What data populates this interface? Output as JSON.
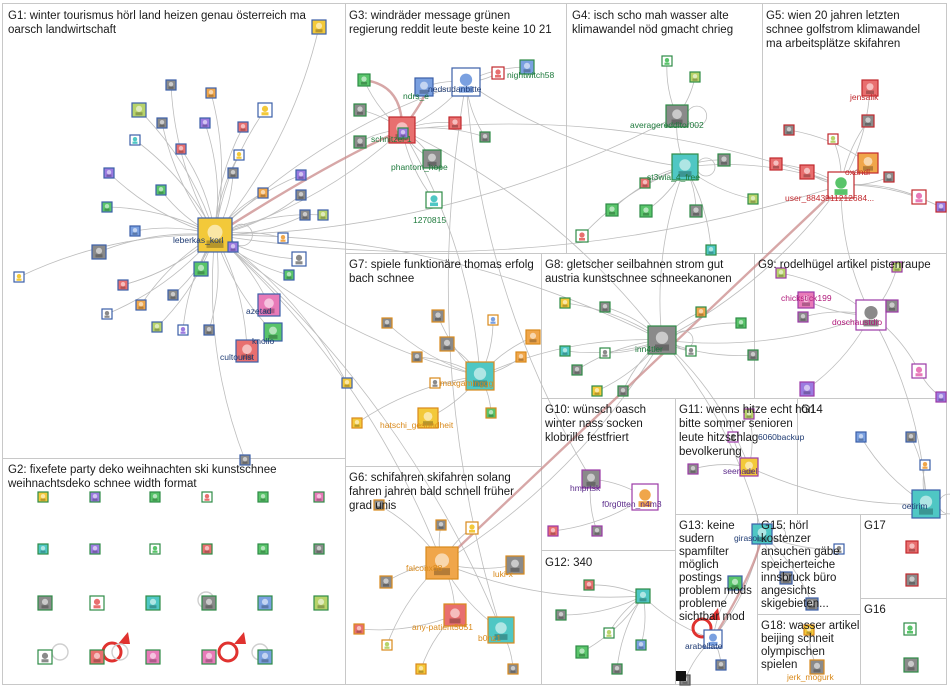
{
  "groups": [
    {
      "id": "G1",
      "title": [
        "G1: winter tourismus hörl land heizen genau österreich ma",
        "oarsch landwirtschaft"
      ]
    },
    {
      "id": "G2",
      "title": [
        "G2: fixefete party deko weihnachten ski kunstschnee",
        "weihnachtsdeko schnee width format"
      ]
    },
    {
      "id": "G3",
      "title": [
        "G3: windräder message grünen",
        "regierung reddit leute beste keine 10 21"
      ]
    },
    {
      "id": "G4",
      "title": [
        "G4: isch scho mah wasser alte",
        "klimawandel nöd gmacht chrieg"
      ]
    },
    {
      "id": "G5",
      "title": [
        "G5: wien 20 jahren letzten",
        "schnee golfstrom klimawandel",
        "ma arbeitsplätze skifahren"
      ]
    },
    {
      "id": "G6",
      "title": [
        "G6: schifahren skifahren solang",
        "fahren jahren bald schnell früher",
        "grad unis"
      ]
    },
    {
      "id": "G7",
      "title": [
        "G7: spiele funktionäre thomas erfolg",
        "bach schnee"
      ]
    },
    {
      "id": "G8",
      "title": [
        "G8: gletscher seilbahnen strom gut",
        "austria kunstschnee schneekanonen"
      ]
    },
    {
      "id": "G9",
      "title": [
        "G9: rodelhügel artikel pistenraupe"
      ]
    },
    {
      "id": "G10",
      "title": [
        "G10: wünsch oasch",
        "winter nass socken",
        "klobrille festfriert"
      ]
    },
    {
      "id": "G11",
      "title": [
        "G11: wenns hitze echt hörl",
        "bitte sommer senioren",
        "leute hitzschlag",
        "bevolkerung"
      ]
    },
    {
      "id": "G12",
      "title": [
        "G12: 340"
      ]
    },
    {
      "id": "G13",
      "title": [
        "G13: keine",
        "sudern",
        "spamfilter",
        "möglich",
        "postings",
        "problem mods",
        "probleme",
        "sichtbar mod"
      ]
    },
    {
      "id": "G14",
      "title": [
        "G14"
      ]
    },
    {
      "id": "G15",
      "title": [
        "G15: hörl",
        "kostenzer",
        "ansuchen gäbe",
        "speicherteiche",
        "innsbruck büro",
        "angesichts",
        "skigebieten..."
      ]
    },
    {
      "id": "G16",
      "title": [
        "G16"
      ]
    },
    {
      "id": "G17",
      "title": [
        "G17"
      ]
    },
    {
      "id": "G18",
      "title": [
        "G18: wasser artikel",
        "beijing schneit",
        "olympischen",
        "spielen"
      ]
    }
  ],
  "labels": {
    "leberkas_korl": "leberkas_korl",
    "azetad": "azetad",
    "knollo": "knollo",
    "cultourist": "cultourist",
    "nedsudanbitte": "nedsudanbitte",
    "nightwitch58": "nightwitch58",
    "ndrs_e": "ndrs_e",
    "schnitzel_1": "schnitzel-1",
    "phantom_hope": "phantom_hope",
    "n1270815": "1270815",
    "averageredditor002": "averageredditor002",
    "st3wia_4_free": "st3wia_4_free",
    "jensalik": "jensalik",
    "oxandl": "oxandl",
    "user_884": "user_8843911212684...",
    "maxgaminggg": "maxgaminggg",
    "hatschi_gesundheit": "hatschi_gesundheit",
    "inn4tler": "inn4tler",
    "chickstick199": "chickstick199",
    "doschaustdio": "doschaustdio",
    "backup": "6060backup",
    "seenadel": "seenadel",
    "oetirim": "oetirim",
    "hmprtsk": "hmprtsk",
    "f0rg0tten": "f0rg0tten_n4m3",
    "falconx88": "falconx88",
    "luki_x": "luki-x",
    "any_patient": "any-patient5051",
    "b0nz1": "b0nz1",
    "arabellate": "arabellate",
    "girasol": "girasol...",
    "jerk_mogurk": "jerk_mogurk"
  },
  "colors": {
    "panel_border": "#c8c8c8",
    "edge": "#bdbdbd",
    "strong_edge": "#c98a8a",
    "label_dark_blue": "#1f3b73",
    "label_green": "#1e7a3c",
    "label_red": "#c0282d",
    "label_orange": "#d98a1c",
    "label_magenta": "#b0187a",
    "label_violet": "#5a2a8a"
  }
}
